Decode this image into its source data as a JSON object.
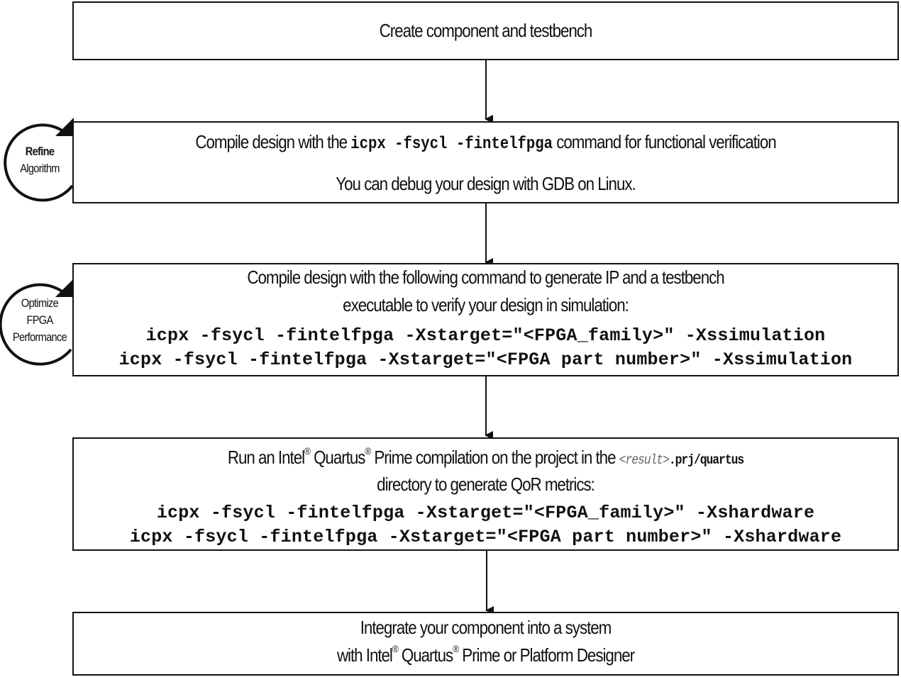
{
  "steps": [
    {
      "text": "Create component and testbench"
    },
    {
      "line1_pre": "Compile design with the ",
      "line1_cmd": "icpx -fsycl -fintelfpga",
      "line1_post": " command for functional verification",
      "line2": "You can debug your design with GDB on Linux."
    },
    {
      "line1": "Compile design with the following command to generate IP and a testbench",
      "line2": "executable to verify your design in simulation:",
      "cmd1": "icpx -fsycl -fintelfpga -Xstarget=\"<FPGA_family>\" -Xssimulation",
      "cmd2": "icpx -fsycl -fintelfpga -Xstarget=\"<FPGA part number>\" -Xssimulation"
    },
    {
      "line1_a": "Run an Intel",
      "line1_b": " Quartus",
      "line1_c": " Prime compilation on the project in the ",
      "line1_result": "<result>",
      "line1_path": ".prj/quartus",
      "line2": "directory to generate QoR metrics:",
      "cmd1": "icpx -fsycl -fintelfpga -Xstarget=\"<FPGA_family>\" -Xshardware",
      "cmd2": "icpx -fsycl -fintelfpga -Xstarget=\"<FPGA part number>\" -Xshardware"
    },
    {
      "line1": "Integrate your component into a system",
      "line2_a": "with Intel",
      "line2_b": " Quartus",
      "line2_c": " Prime or Platform Designer"
    }
  ],
  "registered": "®",
  "loops": [
    {
      "line1": "Refine",
      "line2": "Algorithm"
    },
    {
      "line1": "Optimize",
      "line2": "FPGA",
      "line3": "Performance"
    }
  ]
}
